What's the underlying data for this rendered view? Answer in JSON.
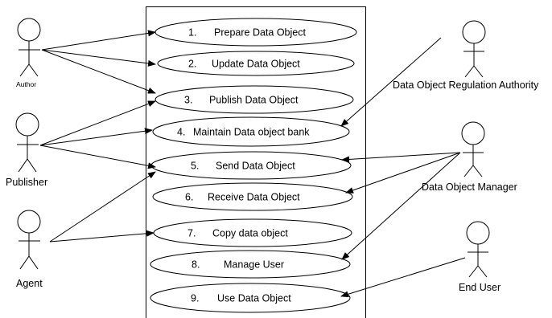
{
  "diagram": {
    "use_cases": [
      {
        "num": "1.",
        "label": "Prepare Data Object"
      },
      {
        "num": "2.",
        "label": "Update Data Object"
      },
      {
        "num": "3.",
        "label": "Publish Data Object"
      },
      {
        "num": "4.",
        "label": "Maintain Data object bank"
      },
      {
        "num": "5.",
        "label": "Send Data Object"
      },
      {
        "num": "6.",
        "label": "Receive Data Object"
      },
      {
        "num": "7.",
        "label": "Copy data object"
      },
      {
        "num": "8.",
        "label": "Manage User"
      },
      {
        "num": "9.",
        "label": "Use Data Object"
      }
    ],
    "actors": {
      "author": "Author",
      "publisher": "Publisher",
      "agent": "Agent",
      "regulation_authority": "Data Object Regulation Authority",
      "manager": "Data Object Manager",
      "end_user": "End User"
    }
  }
}
